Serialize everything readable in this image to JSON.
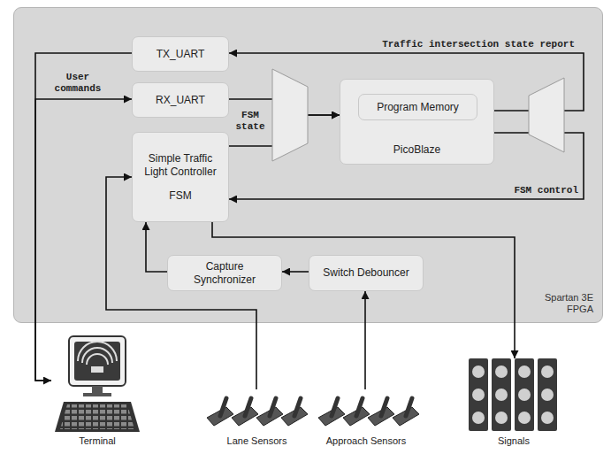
{
  "diagram": {
    "nodes": [
      {
        "text": [
          "Spartan 3E FPGA"
        ]
      },
      {
        "text": [
          "TX_UART"
        ],
        "in": 0
      },
      {
        "text": [
          "RX_UART"
        ],
        "in": 0
      },
      {
        "text": [
          "Simple Traffic Light Controller",
          "FSM"
        ],
        "in": 0
      },
      {
        "text": [
          "PicoBlaze"
        ],
        "in": 0
      },
      {
        "text": [
          "Program Memory"
        ],
        "in": 4
      },
      {
        "text": [
          "Capture Synchronizer"
        ],
        "in": 0
      },
      {
        "text": [
          "Switch Debouncer"
        ],
        "in": 0
      },
      {
        "text": [
          "Terminal"
        ]
      },
      {
        "text": [
          "Lane Sensors"
        ]
      },
      {
        "text": [
          "Approach Sensors"
        ]
      },
      {
        "text": [
          "Signals"
        ]
      }
    ],
    "edges": [
      {
        "from": 4,
        "to": 1,
        "label": "Traffic intersection state report",
        "arrow": "to"
      },
      {
        "from": 1,
        "to": 8,
        "arrow": "to"
      },
      {
        "from": 8,
        "to": 2,
        "label": "User commands",
        "arrow": "to"
      },
      {
        "from": 2,
        "to": 4,
        "arrow": "to"
      },
      {
        "from": 3,
        "to": 4,
        "label": "FSM state",
        "arrow": "to"
      },
      {
        "from": 4,
        "to": 3,
        "label": "FSM control",
        "arrow": "to"
      },
      {
        "from": 9,
        "to": 3,
        "arrow": "to"
      },
      {
        "from": 10,
        "to": 7,
        "arrow": "to"
      },
      {
        "from": 7,
        "to": 6,
        "arrow": "to"
      },
      {
        "from": 6,
        "to": 3,
        "arrow": "to"
      },
      {
        "from": 3,
        "to": 11,
        "arrow": "to"
      }
    ]
  }
}
